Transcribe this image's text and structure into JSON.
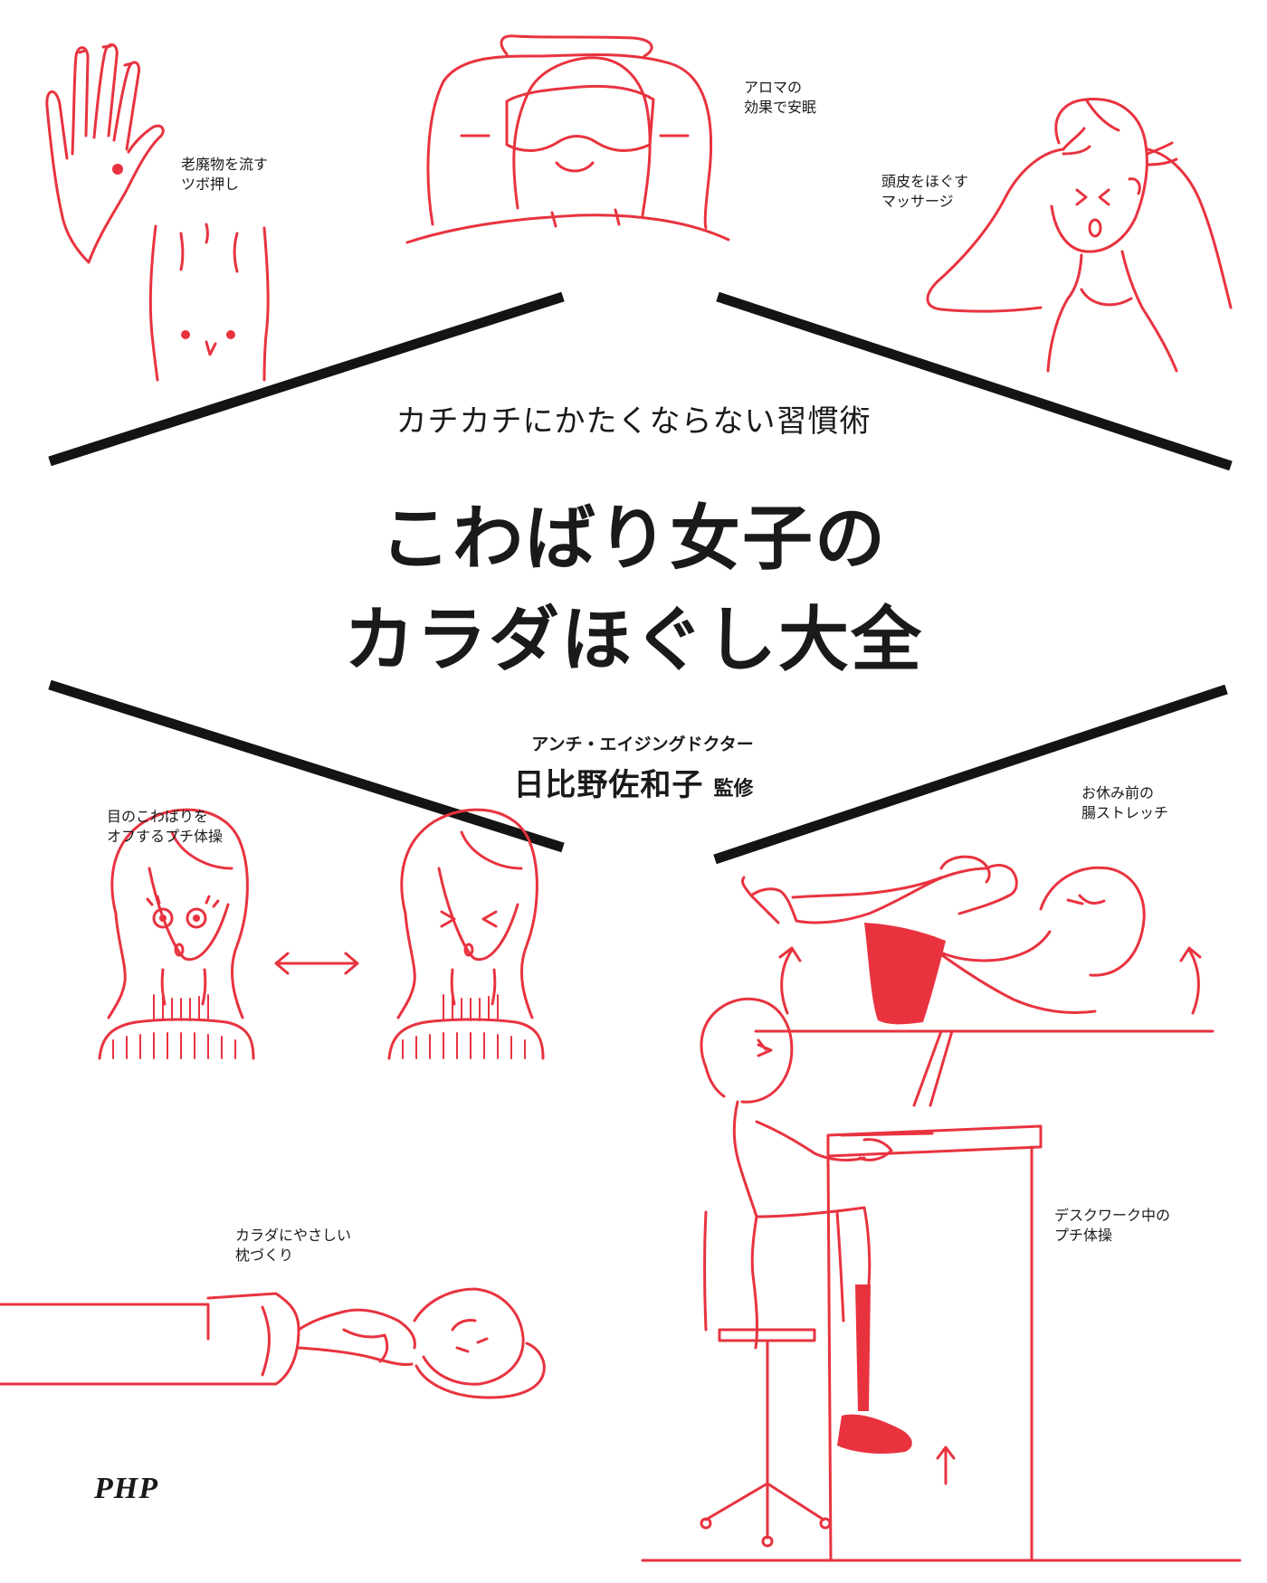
{
  "cover": {
    "subtitle": "カチカチにかたくならない習慣術",
    "title_line1": "こわばり女子の",
    "title_line2": "カラダほぐし大全",
    "author_role": "アンチ・エイジングドクター",
    "author_name": "日比野佐和子",
    "author_suffix": "監修",
    "publisher": "PHP"
  },
  "captions": {
    "detox": [
      "老廃物を流す",
      "ツボ押し"
    ],
    "aroma": [
      "アロマの",
      "効果で安眠"
    ],
    "scalp": [
      "頭皮をほぐす",
      "マッサージ"
    ],
    "eyes": [
      "目のこわばりを",
      "オフするプチ体操"
    ],
    "stretch": [
      "お休み前の",
      "腸ストレッチ"
    ],
    "pillow": [
      "カラダにやさしい",
      "枕づくり"
    ],
    "desk": [
      "デスクワーク中の",
      "プチ体操"
    ]
  },
  "colors": {
    "ink": "#e8333f",
    "frame": "#141414",
    "text": "#1a1a1a",
    "background": "#ffffff"
  },
  "illustrations": [
    "hand-illustration",
    "abdomen-illustration",
    "sleep-mask-illustration",
    "scalp-massage-illustration",
    "eye-exercise-illustration",
    "lying-stretch-illustration",
    "pillow-illustration",
    "desk-exercise-illustration"
  ]
}
